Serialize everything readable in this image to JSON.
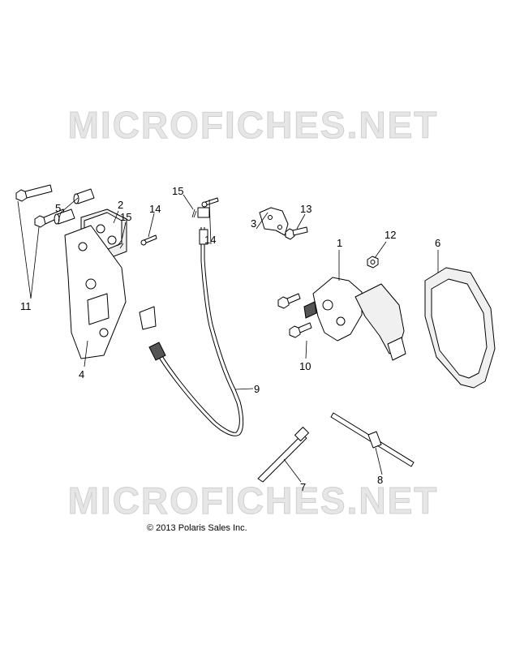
{
  "watermark": {
    "text": "MICROFICHES.NET"
  },
  "copyright": "© 2013 Polaris Sales Inc.",
  "callouts": [
    {
      "id": "c1",
      "label": "1"
    },
    {
      "id": "c2",
      "label": "2"
    },
    {
      "id": "c3",
      "label": "3"
    },
    {
      "id": "c4",
      "label": "4"
    },
    {
      "id": "c5",
      "label": "5"
    },
    {
      "id": "c6",
      "label": "6"
    },
    {
      "id": "c7",
      "label": "7"
    },
    {
      "id": "c8",
      "label": "8"
    },
    {
      "id": "c9",
      "label": "9"
    },
    {
      "id": "c10",
      "label": "10"
    },
    {
      "id": "c11",
      "label": "11"
    },
    {
      "id": "c12",
      "label": "12"
    },
    {
      "id": "c13",
      "label": "13"
    },
    {
      "id": "c14a",
      "label": "14"
    },
    {
      "id": "c14b",
      "label": "14"
    },
    {
      "id": "c15a",
      "label": "15"
    },
    {
      "id": "c15b",
      "label": "15"
    }
  ]
}
